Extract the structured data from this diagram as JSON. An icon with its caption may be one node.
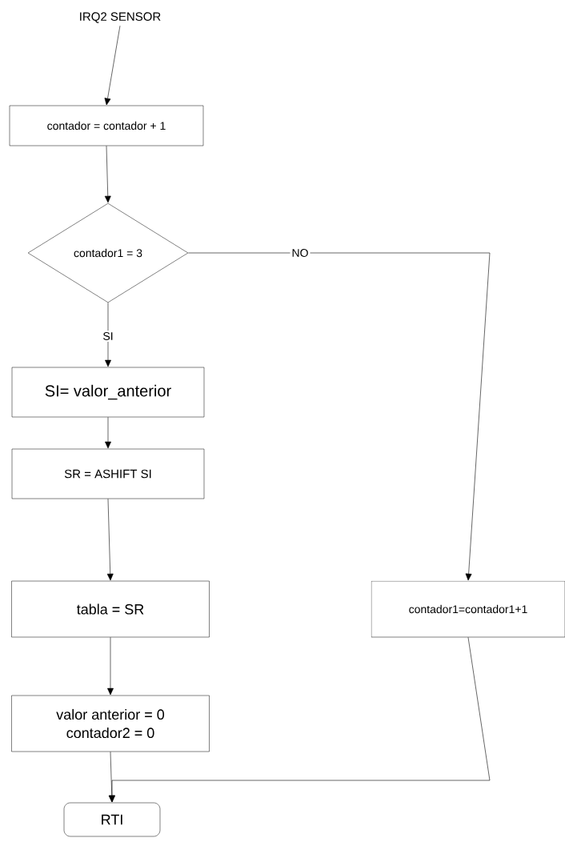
{
  "diagram": {
    "nodes": [
      {
        "text": [
          "IRQ2 SENSOR"
        ]
      },
      {
        "text": [
          "contador = contador + 1"
        ]
      },
      {
        "text": [
          "contador1 = 3"
        ]
      },
      {
        "text": [
          "SI= valor_anterior"
        ]
      },
      {
        "text": [
          "SR = ASHIFT SI"
        ]
      },
      {
        "text": [
          "tabla = SR"
        ]
      },
      {
        "text": [
          "valor anterior = 0",
          "contador2 = 0"
        ]
      },
      {
        "text": [
          "RTI"
        ]
      },
      {
        "text": [
          "contador1=contador1+1"
        ]
      }
    ],
    "edges": [
      {
        "from": 0,
        "to": 1,
        "arrow": "to"
      },
      {
        "from": 1,
        "to": 2,
        "arrow": "to"
      },
      {
        "from": 2,
        "to": 3,
        "arrow": "to",
        "label": "SI"
      },
      {
        "from": 2,
        "to": 8,
        "arrow": "to",
        "label": "NO"
      },
      {
        "from": 3,
        "to": 4,
        "arrow": "to"
      },
      {
        "from": 4,
        "to": 5,
        "arrow": "to"
      },
      {
        "from": 5,
        "to": 6,
        "arrow": "to"
      },
      {
        "from": 6,
        "to": 7,
        "arrow": "to"
      },
      {
        "from": 8,
        "to": 7,
        "arrow": "to"
      }
    ]
  }
}
